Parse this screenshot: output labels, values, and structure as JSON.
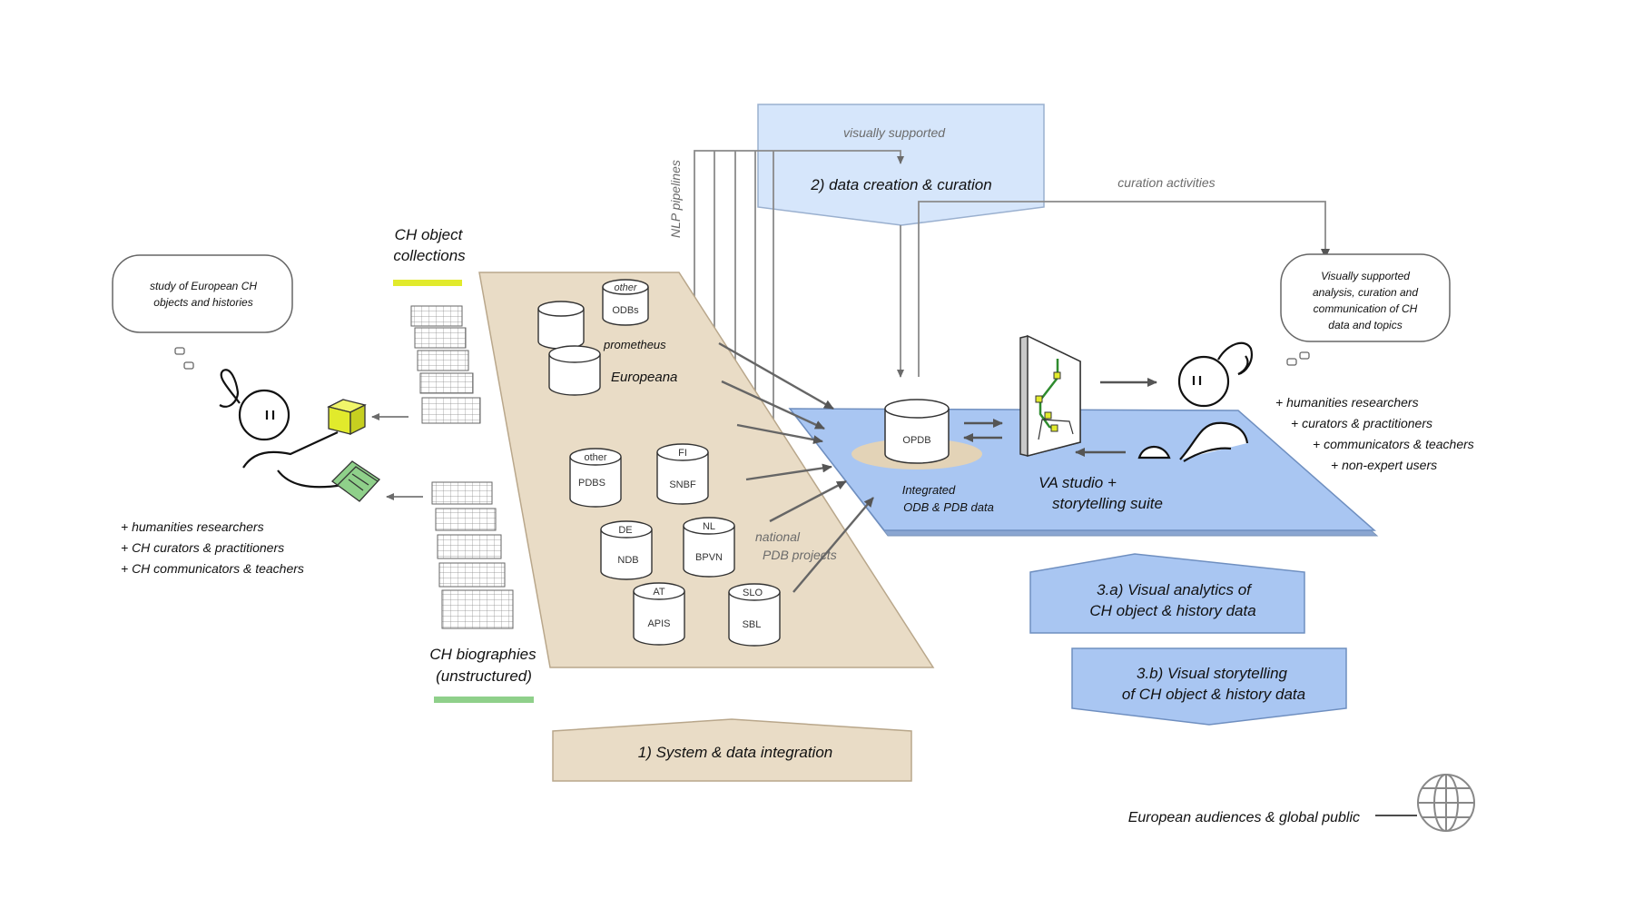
{
  "labels": {
    "visually_supported": "visually supported",
    "data_creation": "2) data creation & curation",
    "curation_activities": "curation activities",
    "nlp_pipelines": "NLP pipelines",
    "ch_object_collections": [
      "CH object",
      "collections"
    ],
    "ch_biographies": [
      "CH biographies",
      "(unstructured)"
    ],
    "system_integration": "1) System & data integration",
    "prometheus": "prometheus",
    "europeana": "Europeana",
    "national_pdb": [
      "national",
      "PDB projects"
    ],
    "integrated_data": [
      "Integrated",
      "ODB & PDB data"
    ],
    "va_studio": [
      "VA studio +",
      "storytelling suite"
    ],
    "visual_analytics": [
      "3.a) Visual analytics of",
      "CH object & history data"
    ],
    "visual_storytelling": [
      "3.b) Visual storytelling",
      "of CH object & history data"
    ],
    "european_audiences": "European audiences & global public"
  },
  "bubbles": {
    "left": [
      "study of European CH",
      "objects and histories"
    ],
    "right": [
      "Visually supported",
      "analysis, curation and",
      "communication of CH",
      "data and topics"
    ]
  },
  "audiences_left": [
    "+ humanities researchers",
    "+ CH curators & practitioners",
    "+ CH communicators & teachers"
  ],
  "audiences_right": [
    "+ humanities researchers",
    "+ curators & practitioners",
    "+ communicators & teachers",
    "+ non-expert users"
  ],
  "databases": {
    "other_odbs": [
      "other",
      "ODBs"
    ],
    "other_pdbs": [
      "other",
      "PDBS"
    ],
    "fi": [
      "FI",
      "SNBF"
    ],
    "de": [
      "DE",
      "NDB"
    ],
    "nl": [
      "NL",
      "BPVN"
    ],
    "at": [
      "AT",
      "APIS"
    ],
    "slo": [
      "SLO",
      "SBL"
    ],
    "opdb": "OPDB"
  },
  "colors": {
    "beige": "#e9dcc6",
    "blue_platform": "#a9c6f2",
    "light_blue_box": "#d6e6fb",
    "blue_box": "#a9c6f2",
    "yellow": "#e1ea2c",
    "green": "#8fd08a"
  }
}
